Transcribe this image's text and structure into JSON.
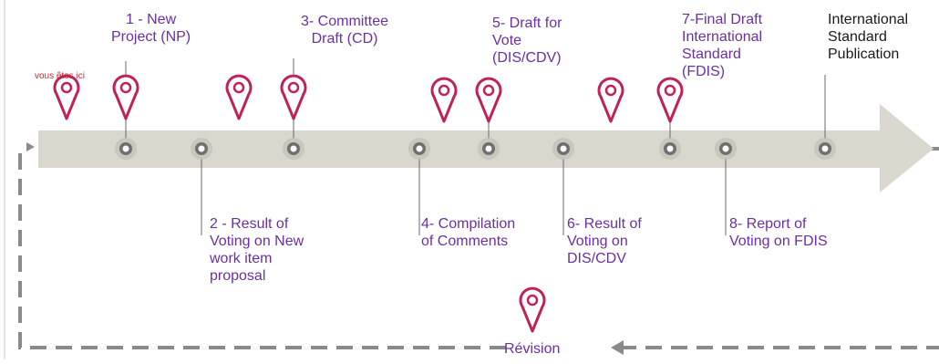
{
  "here_label": "vous êtes ici",
  "revision_label": "Révision",
  "stages": [
    {
      "id": "s1",
      "label": "1 - New\nProject (NP)"
    },
    {
      "id": "s2",
      "label": "2 - Result of\nVoting on New\nwork item\nproposal"
    },
    {
      "id": "s3",
      "label": "3- Committee\nDraft (CD)"
    },
    {
      "id": "s4",
      "label": "4- Compilation\nof Comments"
    },
    {
      "id": "s5",
      "label": "5- Draft for\nVote\n(DIS/CDV)"
    },
    {
      "id": "s6",
      "label": "6- Result of\nVoting on\nDIS/CDV"
    },
    {
      "id": "s7",
      "label": "7-Final Draft\nInternational\nStandard\n(FDIS)"
    },
    {
      "id": "s8",
      "label": "8- Report of\nVoting on FDIS"
    },
    {
      "id": "s9",
      "label": "International\nStandard\nPublication"
    }
  ],
  "colors": {
    "arrow": "#d9d7ce",
    "pin": "#c0215a",
    "stage_text": "#6b2fa3",
    "final_text": "#1a1a1a",
    "here_text": "#c0282e",
    "dashed_loop": "#8a8a8a",
    "leader": "#6a6a6a"
  }
}
